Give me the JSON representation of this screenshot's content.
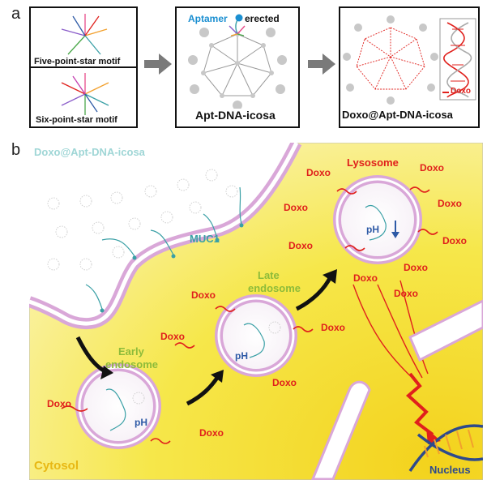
{
  "panel_a": {
    "letter": "a",
    "motif1_label": "Five-point-star motif",
    "motif2_label": "Six-point-star motif",
    "aptamer_label": "Aptamer",
    "erected_label": "erected",
    "icosa_label": "Apt-DNA-icosa",
    "doxo_legend": "Doxo",
    "doxo_icosa_label": "Doxo@Apt-DNA-icosa"
  },
  "panel_b": {
    "letter": "b",
    "doxo_icosa_label": "Doxo@Apt-DNA-icosa",
    "muc1_label": "MUC1",
    "early_endosome_1": "Early",
    "early_endosome_2": "endosome",
    "late_endosome_1": "Late",
    "late_endosome_2": "endosome",
    "lysosome_label": "Lysosome",
    "ph_label": "pH",
    "cytosol_label": "Cytosol",
    "nucleus_label": "Nucleus",
    "doxo": "Doxo"
  },
  "colors": {
    "doxo_red": "#e0201c",
    "teal": "#3aa0a6",
    "green_label": "#8dbb3a",
    "cytosol_yellow": "#f6e82a",
    "membrane_pink": "#d9a7d8",
    "ph_blue": "#2e5aa6",
    "aptamer_blue": "#1b8fd1",
    "arrow_gray": "#7a7a7a"
  }
}
